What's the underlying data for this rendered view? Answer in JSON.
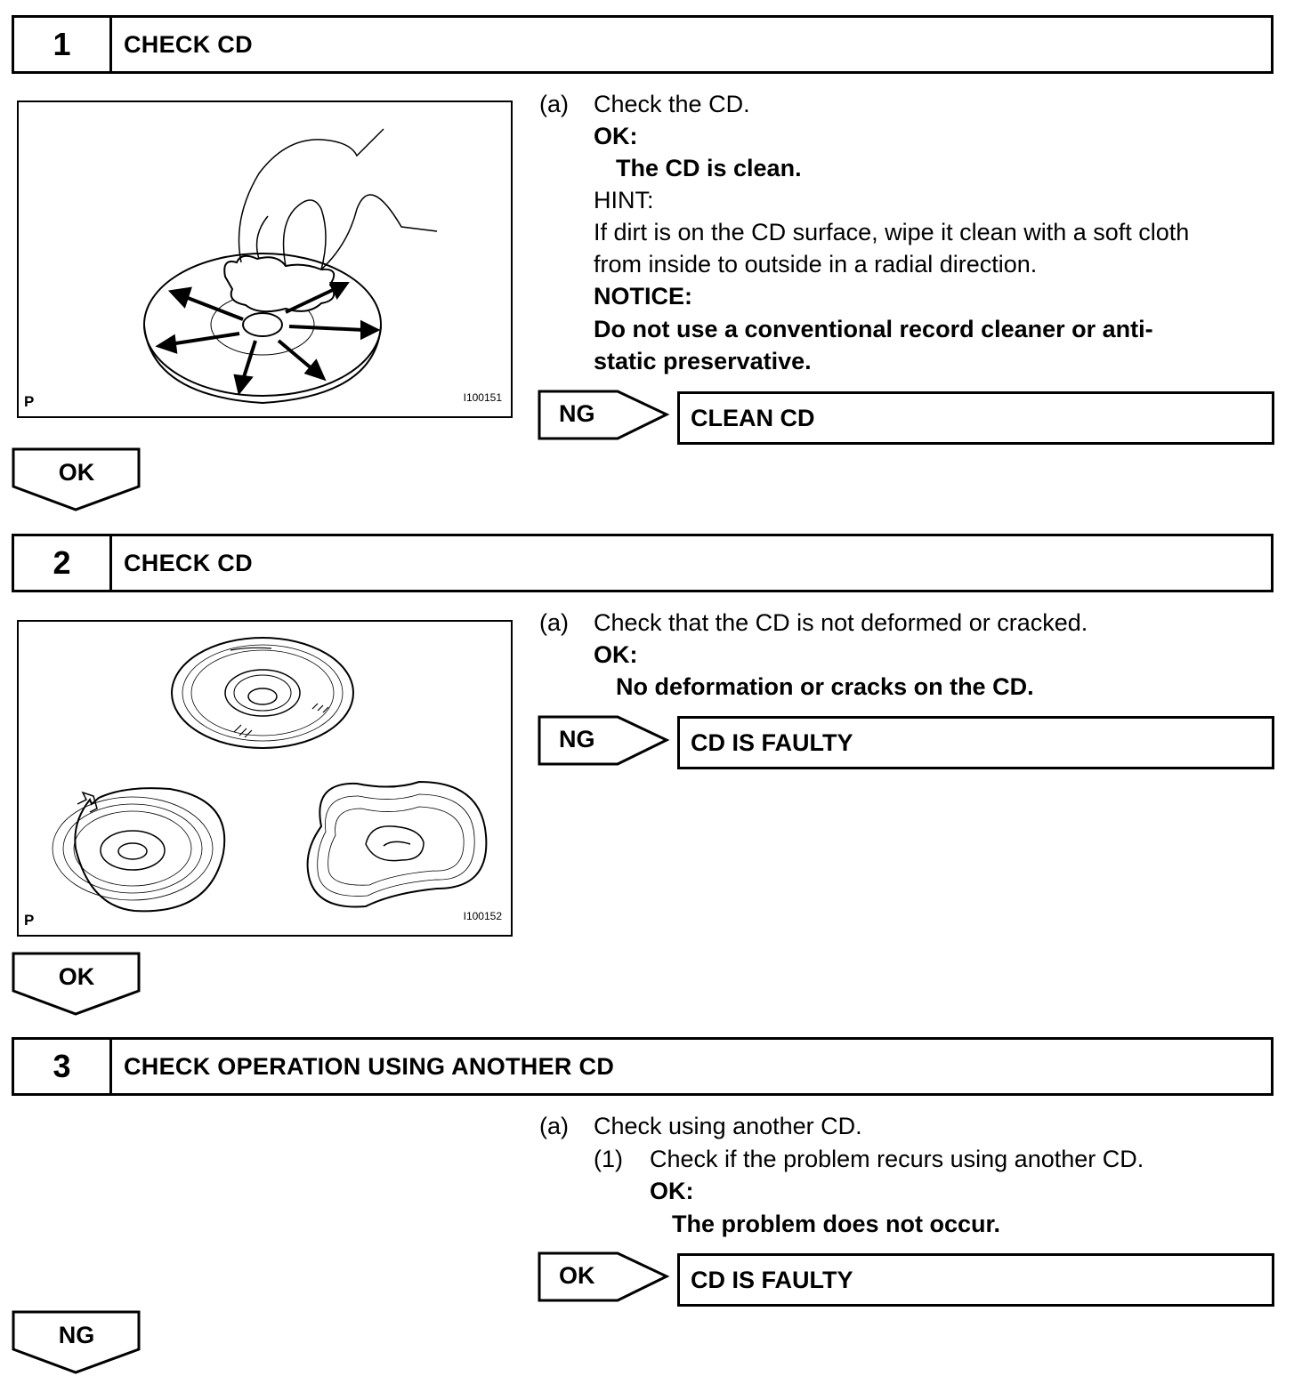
{
  "steps": [
    {
      "number": "1",
      "title": "CHECK CD",
      "figure": {
        "p_label": "P",
        "code": "I100151"
      },
      "a_label": "(a)",
      "a_text": "Check the CD.",
      "ok_label": "OK:",
      "ok_text": "The CD is clean.",
      "hint_label": "HINT:",
      "hint_line1": "If dirt is on the CD surface, wipe it clean with a soft cloth",
      "hint_line2": "from inside to outside in a radial direction.",
      "notice_label": "NOTICE:",
      "notice_line1": "Do not use a conventional record cleaner or anti-",
      "notice_line2": "static preservative.",
      "result_tag": "NG",
      "result_text": "CLEAN CD",
      "next_tag": "OK"
    },
    {
      "number": "2",
      "title": "CHECK CD",
      "figure": {
        "p_label": "P",
        "code": "I100152"
      },
      "a_label": "(a)",
      "a_text": "Check that the CD is not deformed or cracked.",
      "ok_label": "OK:",
      "ok_text": "No deformation or cracks on the CD.",
      "result_tag": "NG",
      "result_text": "CD IS FAULTY",
      "next_tag": "OK"
    },
    {
      "number": "3",
      "title": "CHECK OPERATION USING ANOTHER CD",
      "a_label": "(a)",
      "a_text": "Check using another CD.",
      "sub_label": "(1)",
      "sub_text": "Check if the problem recurs using another CD.",
      "ok_label": "OK:",
      "ok_text": "The problem does not occur.",
      "result_tag": "OK",
      "result_text": "CD IS FAULTY",
      "next_tag": "NG"
    }
  ]
}
